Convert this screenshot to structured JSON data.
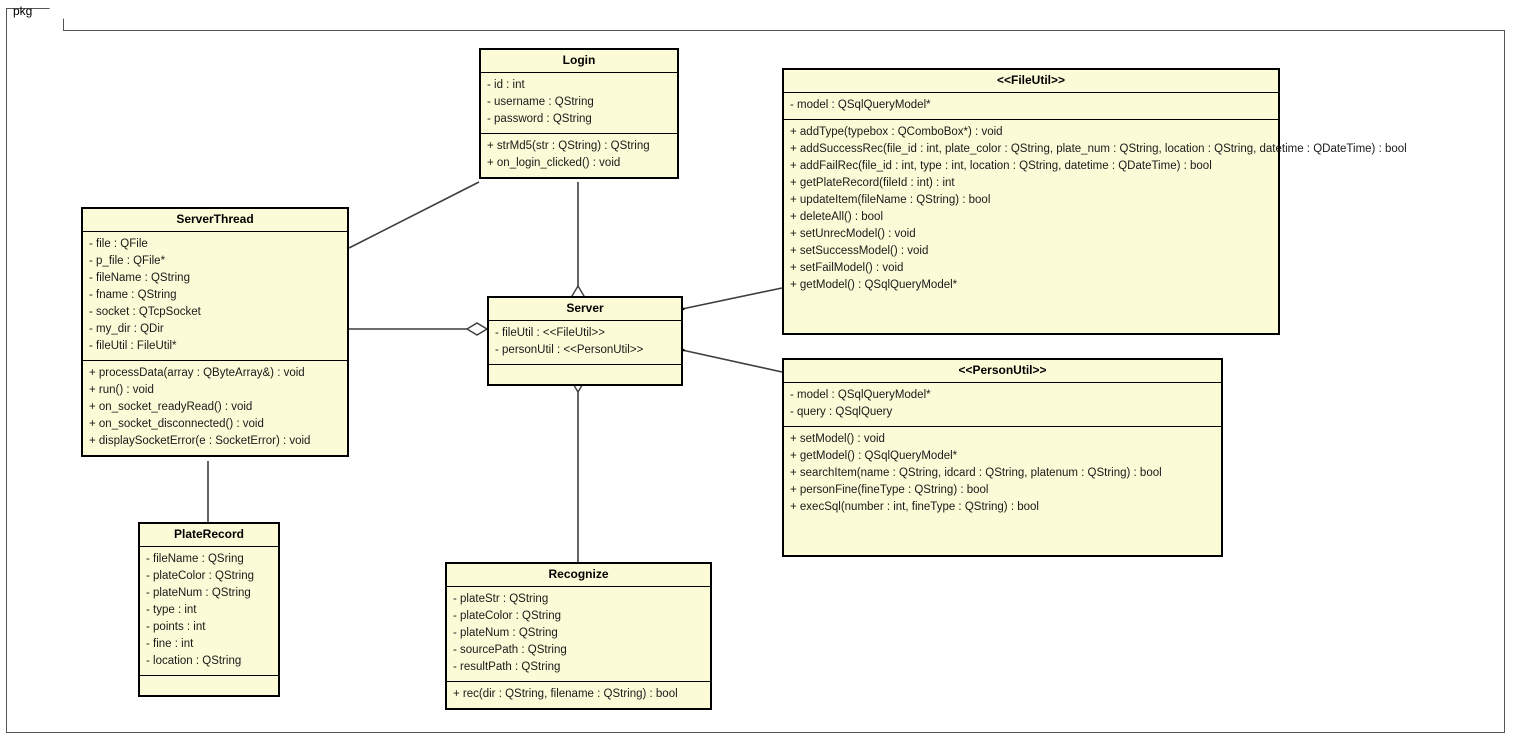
{
  "package": {
    "label": "pkg"
  },
  "classes": {
    "login": {
      "name": "Login",
      "attributes": [
        "- id : int",
        "- username : QString",
        "- password : QString"
      ],
      "methods": [
        "+ strMd5(str : QString) : QString",
        "+ on_login_clicked() : void"
      ]
    },
    "fileutil": {
      "name": "<<FileUtil>>",
      "attributes": [
        "- model : QSqlQueryModel*"
      ],
      "methods": [
        "+ addType(typebox : QComboBox*) : void",
        "+ addSuccessRec(file_id : int, plate_color : QString, plate_num : QString, location : QString, datetime : QDateTime) : bool",
        "+ addFailRec(file_id : int, type : int, location : QString, datetime : QDateTime) : bool",
        "+ getPlateRecord(fileId : int) : int",
        "+ updateItem(fileName : QString) : bool",
        "+ deleteAll() : bool",
        "+ setUnrecModel() : void",
        "+ setSuccessModel() : void",
        "+ setFailModel() : void",
        "+ getModel() : QSqlQueryModel*"
      ]
    },
    "serverthread": {
      "name": "ServerThread",
      "attributes": [
        "- file : QFile",
        "- p_file : QFile*",
        "- fileName : QString",
        "- fname : QString",
        "- socket : QTcpSocket",
        "- my_dir : QDir",
        "- fileUtil : FileUtil*"
      ],
      "methods": [
        "+ processData(array : QByteArray&) : void",
        "+ run() : void",
        "+ on_socket_readyRead() : void",
        "+ on_socket_disconnected() : void",
        "+ displaySocketError(e : SocketError) : void"
      ]
    },
    "server": {
      "name": "Server",
      "attributes": [
        "- fileUtil : <<FileUtil>>",
        "- personUtil : <<PersonUtil>>"
      ],
      "methods": []
    },
    "personutil": {
      "name": "<<PersonUtil>>",
      "attributes": [
        "- model : QSqlQueryModel*",
        "- query : QSqlQuery"
      ],
      "methods": [
        "+ setModel() : void",
        "+ getModel() : QSqlQueryModel*",
        "+ searchItem(name : QString, idcard : QString, platenum : QString) : bool",
        "+ personFine(fineType : QString) : bool",
        "+ execSql(number : int, fineType : QString) : bool"
      ]
    },
    "platerecord": {
      "name": "PlateRecord",
      "attributes": [
        "- fileName : QSring",
        "- plateColor : QString",
        "- plateNum : QString",
        "- type : int",
        "- points : int",
        "- fine : int",
        "- location : QString"
      ],
      "methods": []
    },
    "recognize": {
      "name": "Recognize",
      "attributes": [
        "- plateStr : QString",
        "- plateColor : QString",
        "- plateNum : QString",
        "- sourcePath : QString",
        "- resultPath : QString"
      ],
      "methods": [
        "+ rec(dir : QString, filename : QString) : bool"
      ]
    }
  },
  "relationships": [
    {
      "from": "ServerThread",
      "to": "Login",
      "type": "association"
    },
    {
      "from": "ServerThread",
      "to": "Server",
      "type": "aggregation"
    },
    {
      "from": "ServerThread",
      "to": "PlateRecord",
      "type": "association"
    },
    {
      "from": "Login",
      "to": "Server",
      "type": "aggregation"
    },
    {
      "from": "Server",
      "to": "FileUtil",
      "type": "composition"
    },
    {
      "from": "Server",
      "to": "PersonUtil",
      "type": "composition"
    },
    {
      "from": "Server",
      "to": "Recognize",
      "type": "aggregation"
    }
  ],
  "colors": {
    "class_fill": "#fbfbd7",
    "class_border": "#000000",
    "connector": "#3d3d3d",
    "canvas": "#ffffff"
  }
}
